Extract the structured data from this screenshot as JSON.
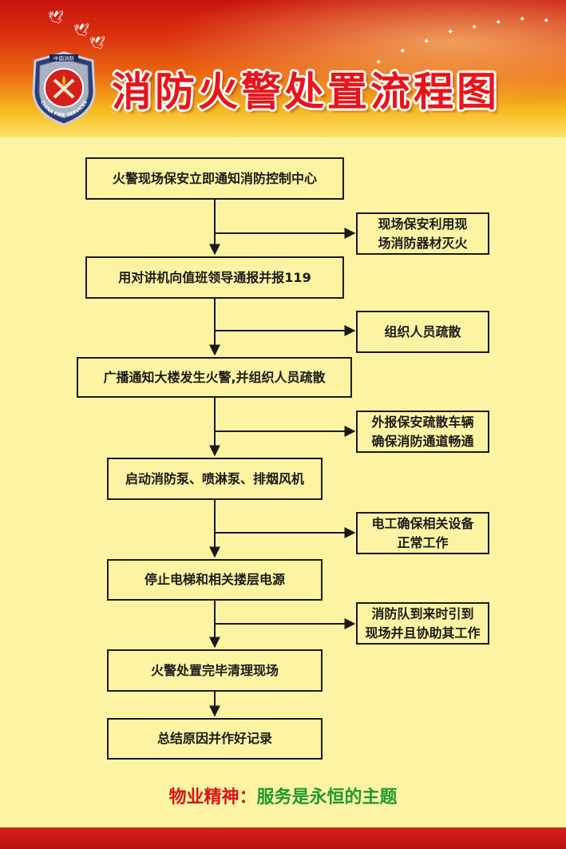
{
  "header": {
    "title": "消防火警处置流程图"
  },
  "emblem": {
    "top_text": "中国消防",
    "ring_text": "CHINA FIRE SERVICES"
  },
  "flow": {
    "main_steps": [
      "火警现场保安立即通知消防控制中心",
      "用对讲机向值班领导通报并报119",
      "广播通知大楼发生火警,并组织人员疏散",
      "启动消防泵、喷淋泵、排烟风机",
      "停止电梯和相关搂层电源",
      "火警处置完毕清理现场",
      "总结原因并作好记录"
    ],
    "side_steps": [
      [
        "现场保安利用现",
        "场消防器材灭火"
      ],
      [
        "组织人员疏散"
      ],
      [
        "外报保安疏散车辆",
        "确保消防通道畅通"
      ],
      [
        "电工确保相关设备",
        "正常工作"
      ],
      [
        "消防队到来时引到",
        "现场并且协助其工作"
      ]
    ]
  },
  "footer": {
    "slogan_label": "物业精神：",
    "slogan_text": "服务是永恒的主题"
  },
  "colors": {
    "background": "#FDF4A3",
    "title_red": "#E8141A",
    "slogan_red": "#D7141A",
    "slogan_green": "#1E9A2E",
    "line": "#1A1A1A"
  }
}
